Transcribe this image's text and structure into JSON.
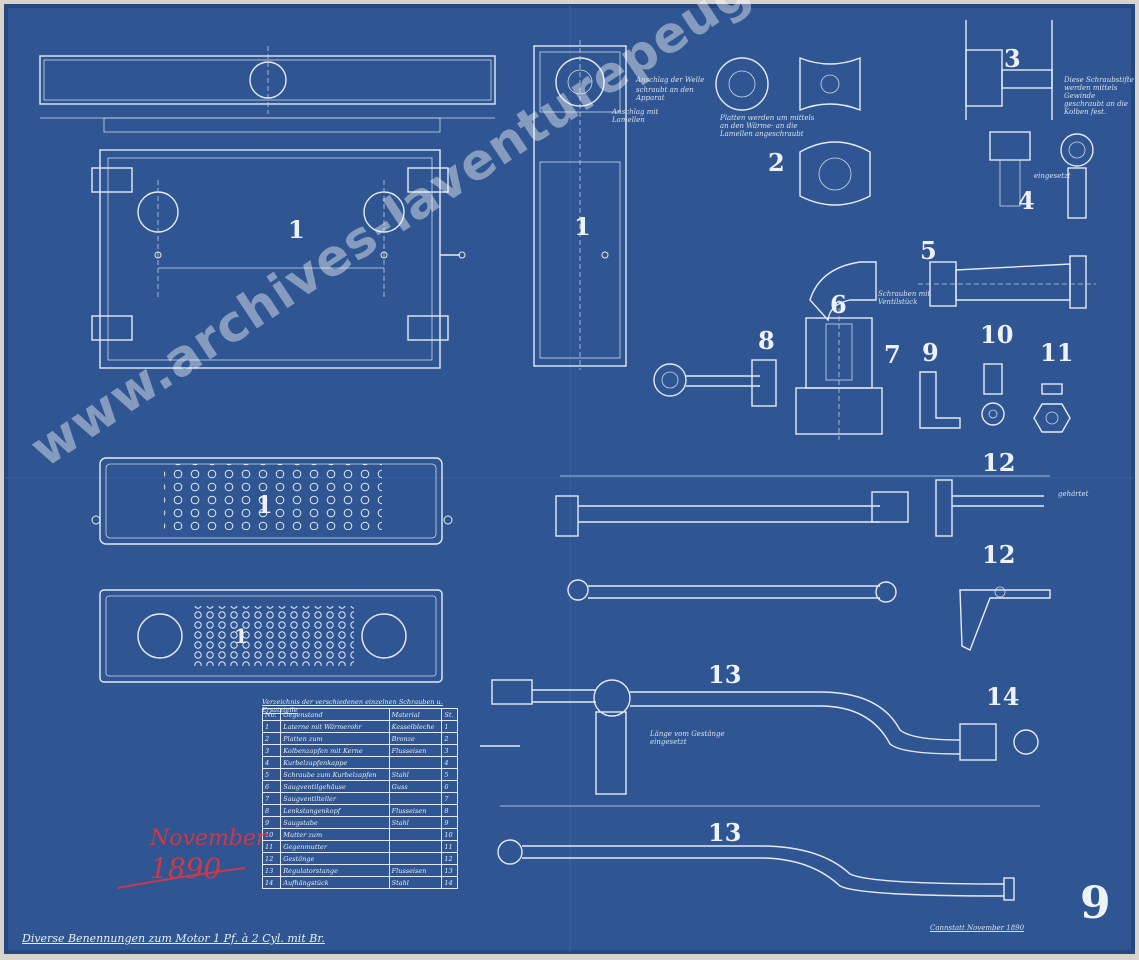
{
  "watermark": "www.archives-laventurepeugeotcitroends.com",
  "sheet_number": "9",
  "footer_title": "Diverse Benennungen zum Motor 1 Pf. à 2 Cyl. mit Br.",
  "place_date": "Cannstatt November 1890",
  "signature": {
    "month": "November",
    "year": "1890"
  },
  "part_numbers": {
    "p1a": "1",
    "p1b": "1",
    "p1c": "1",
    "p1d": "1",
    "p2": "2",
    "p3": "3",
    "p4": "4",
    "p5": "5",
    "p6": "6",
    "p7": "7",
    "p8": "8",
    "p9": "9",
    "p10": "10",
    "p11": "11",
    "p12a": "12",
    "p12b": "12",
    "p13a": "13",
    "p13b": "13",
    "p14": "14"
  },
  "notes": {
    "n_center_top": "Anschlag der Welle",
    "n_center_mid": "schraubt an den Apparat",
    "n_center_bot": "Anschlag mit Lamellen",
    "n_disc": "Platten werden um mittels an den Wärme- an die Lamellen angeschraubt",
    "n_top_right": "Diese Schraubstifte werden mittels Gewinde geschraubt an die Kolben fest.",
    "n_p4": "eingesetzt",
    "n_p6": "Schrauben mit Ventilstück",
    "n_p13": "Länge vom Gestänge eingesetzt",
    "n_gehartet": "gehärtet"
  },
  "parts_table": {
    "title": "Verzeichnis der verschiedenen einzelnen Schrauben u. Ersatzteile",
    "header": [
      "No.",
      "Gegenstand",
      "Material",
      "St."
    ],
    "rows": [
      [
        "1",
        "Laterne mit Wärmerohr",
        "Kesselbleche",
        "1"
      ],
      [
        "2",
        "Platten zum",
        "Bronze",
        "2"
      ],
      [
        "3",
        "Kolbenzapfen mit Kerne",
        "Flusseisen",
        "3"
      ],
      [
        "4",
        "Kurbelzapfenkappe",
        "",
        "4"
      ],
      [
        "5",
        "Schraube zum Kurbelzapfen",
        "Stahl",
        "5"
      ],
      [
        "6",
        "Saugventilgehäuse",
        "Guss",
        "6"
      ],
      [
        "7",
        "Saugventilteller",
        "",
        "7"
      ],
      [
        "8",
        "Lenkstangenkopf",
        "Flusseisen",
        "8"
      ],
      [
        "9",
        "Saugstabe",
        "Stahl",
        "9"
      ],
      [
        "10",
        "Mutter zum",
        "",
        "10"
      ],
      [
        "11",
        "Gegenmutter",
        "",
        "11"
      ],
      [
        "12",
        "Gestänge",
        "",
        "12"
      ],
      [
        "13",
        "Regulatorstange",
        "Flusseisen",
        "13"
      ],
      [
        "14",
        "Aufhängstück",
        "Stahl",
        "14"
      ]
    ]
  },
  "colors": {
    "paper": "#2f5592",
    "ink": "#e4ebf4",
    "signature": "#c93a4a"
  }
}
